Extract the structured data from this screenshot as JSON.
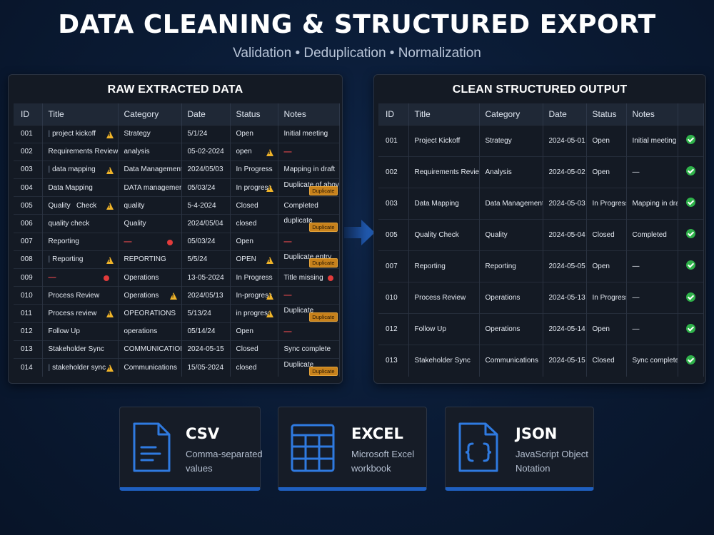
{
  "header": {
    "title": "DATA CLEANING & STRUCTURED EXPORT",
    "subtitle": "Validation • Deduplication • Normalization"
  },
  "raw": {
    "title": "RAW EXTRACTED DATA",
    "columns": [
      "ID",
      "Title",
      "Category",
      "Date",
      "Status",
      "Notes"
    ],
    "rows": [
      {
        "id": "001",
        "title": "project kickoff",
        "category": "Strategy",
        "date": "5/1/24",
        "status": "Open",
        "notes": "Initial meeting"
      },
      {
        "id": "002",
        "title": "Requirements Review",
        "category": "analysis",
        "date": "05-02-2024",
        "status": "open",
        "notes": "—"
      },
      {
        "id": "003",
        "title": "data mapping",
        "category": "Data Management",
        "date": "2024/05/03",
        "status": "In Progress",
        "notes": "Mapping in draft"
      },
      {
        "id": "004",
        "title": "Data Mapping",
        "category": "DATA management",
        "date": "05/03/24",
        "status": "In progress",
        "notes": "Duplicate of above",
        "badge": "Duplicate"
      },
      {
        "id": "005",
        "title": "Quality   Check",
        "category": "quality",
        "date": "5-4-2024",
        "status": "Closed",
        "notes": "Completed"
      },
      {
        "id": "006",
        "title": "quality check",
        "category": "Quality",
        "date": "2024/05/04",
        "status": "closed",
        "notes": "duplicate",
        "badge": "Duplicate"
      },
      {
        "id": "007",
        "title": "Reporting",
        "category": "—",
        "date": "05/03/24",
        "status": "Open",
        "notes": "—"
      },
      {
        "id": "008",
        "title": "Reporting",
        "category": "REPORTING",
        "date": "5/5/24",
        "status": "OPEN",
        "notes": "Duplicate entry",
        "badge": "Duplicate"
      },
      {
        "id": "009",
        "title": "—",
        "category": "Operations",
        "date": "13-05-2024",
        "status": "In Progress",
        "notes": "Title missing"
      },
      {
        "id": "010",
        "title": "Process Review",
        "category": "Operations",
        "date": "2024/05/13",
        "status": "In-progress",
        "notes": "—"
      },
      {
        "id": "011",
        "title": "Process review",
        "category": "OPEORATIONS",
        "date": "5/13/24",
        "status": "in progress",
        "notes": "Duplicate",
        "badge": "Duplicate"
      },
      {
        "id": "012",
        "title": "Follow Up",
        "category": "operations",
        "date": "05/14/24",
        "status": "Open",
        "notes": "—"
      },
      {
        "id": "013",
        "title": "Stakeholder Sync",
        "category": "COMMUNICATIONS",
        "date": "2024-05-15",
        "status": "Closed",
        "notes": "Sync complete"
      },
      {
        "id": "014",
        "title": "stakeholder sync",
        "category": "Communications",
        "date": "15/05-2024",
        "status": "closed",
        "notes": "Duplicate",
        "badge": "Duplicate"
      }
    ]
  },
  "clean": {
    "title": "CLEAN STRUCTURED OUTPUT",
    "columns": [
      "ID",
      "Title",
      "Category",
      "Date",
      "Status",
      "Notes",
      ""
    ],
    "rows": [
      {
        "id": "001",
        "title": "Project Kickoff",
        "category": "Strategy",
        "date": "2024-05-01",
        "status": "Open",
        "notes": "Initial meeting"
      },
      {
        "id": "002",
        "title": "Requirements Review",
        "category": "Analysis",
        "date": "2024-05-02",
        "status": "Open",
        "notes": "—"
      },
      {
        "id": "003",
        "title": "Data Mapping",
        "category": "Data Management",
        "date": "2024-05-03",
        "status": "In Progress",
        "notes": "Mapping in draft"
      },
      {
        "id": "005",
        "title": "Quality Check",
        "category": "Quality",
        "date": "2024-05-04",
        "status": "Closed",
        "notes": "Completed"
      },
      {
        "id": "007",
        "title": "Reporting",
        "category": "Reporting",
        "date": "2024-05-05",
        "status": "Open",
        "notes": "—"
      },
      {
        "id": "010",
        "title": "Process Review",
        "category": "Operations",
        "date": "2024-05-13",
        "status": "In Progress",
        "notes": "—"
      },
      {
        "id": "012",
        "title": "Follow Up",
        "category": "Operations",
        "date": "2024-05-14",
        "status": "Open",
        "notes": "—"
      },
      {
        "id": "013",
        "title": "Stakeholder Sync",
        "category": "Communications",
        "date": "2024-05-15",
        "status": "Closed",
        "notes": "Sync complete"
      }
    ]
  },
  "exports": [
    {
      "title": "CSV",
      "line1": "Comma-separated",
      "line2": "values",
      "icon": "csv-file-icon"
    },
    {
      "title": "EXCEL",
      "line1": "Microsoft Excel",
      "line2": "workbook",
      "icon": "excel-grid-icon"
    },
    {
      "title": "JSON",
      "line1": "JavaScript Object",
      "line2": "Notation",
      "icon": "json-file-icon"
    }
  ],
  "colors": {
    "accent": "#1f5fbf",
    "warning": "#f0b429",
    "error": "#e23b3b",
    "duplicate": "#c8821c",
    "success": "#2fb24a"
  }
}
